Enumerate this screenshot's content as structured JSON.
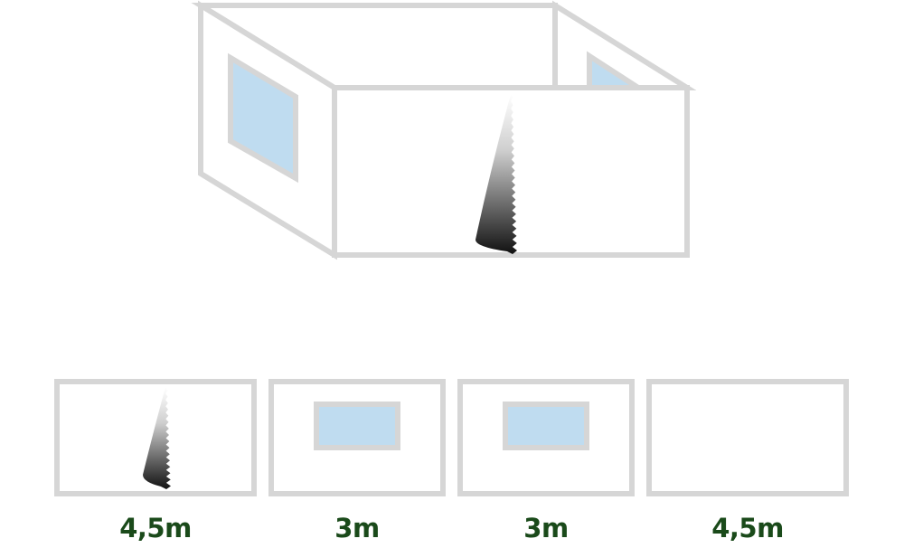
{
  "colors": {
    "wall_stroke": "#d6d6d6",
    "window_fill": "#bfdcf0",
    "label_text": "#1a4a1a",
    "background": "#ffffff"
  },
  "room": {
    "walls": [
      {
        "name": "front-wall",
        "features": [
          "saw-cut"
        ]
      },
      {
        "name": "left-wall",
        "features": [
          "window"
        ]
      },
      {
        "name": "right-wall",
        "features": [
          "window"
        ]
      },
      {
        "name": "back-wall",
        "features": []
      }
    ]
  },
  "panels": [
    {
      "label": "4,5m",
      "feature": "saw-cut"
    },
    {
      "label": "3m",
      "feature": "window"
    },
    {
      "label": "3m",
      "feature": "window"
    },
    {
      "label": "4,5m",
      "feature": "none"
    }
  ]
}
